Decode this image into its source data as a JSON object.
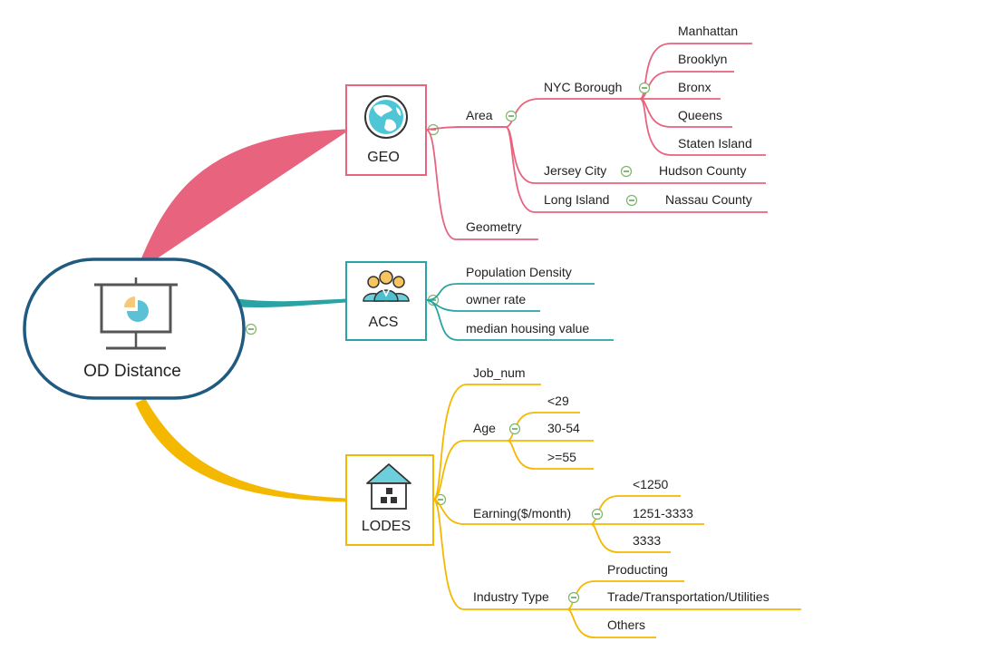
{
  "root": {
    "label": "OD Distance",
    "icon": "presentation-chart-icon"
  },
  "colors": {
    "root_border": "#1f5a80",
    "geo": "#e8637e",
    "acs": "#2aa3a4",
    "lodes": "#f4b800",
    "collapse_green": "#7bb56a"
  },
  "branches": {
    "geo": {
      "label": "GEO",
      "icon": "globe-icon",
      "area": {
        "label": "Area",
        "nyc": {
          "label": "NYC Borough",
          "items": [
            "Manhattan",
            "Brooklyn",
            "Bronx",
            "Queens",
            "Staten Island"
          ]
        },
        "jersey": {
          "label": "Jersey City",
          "child": "Hudson County"
        },
        "long_island": {
          "label": "Long Island",
          "child": "Nassau County"
        }
      },
      "geometry": {
        "label": "Geometry"
      }
    },
    "acs": {
      "label": "ACS",
      "icon": "people-group-icon",
      "items": [
        "Population Density",
        "owner rate",
        "median housing value"
      ]
    },
    "lodes": {
      "label": "LODES",
      "icon": "house-icon",
      "job_num": {
        "label": "Job_num"
      },
      "age": {
        "label": "Age",
        "items": [
          "<29",
          "30-54",
          ">=55"
        ]
      },
      "earning": {
        "label": "Earning($/month)",
        "items": [
          "<1250",
          "1251-3333",
          "3333"
        ]
      },
      "industry": {
        "label": "Industry Type",
        "items": [
          "Producting",
          "Trade/Transportation/Utilities",
          "Others"
        ]
      }
    }
  }
}
